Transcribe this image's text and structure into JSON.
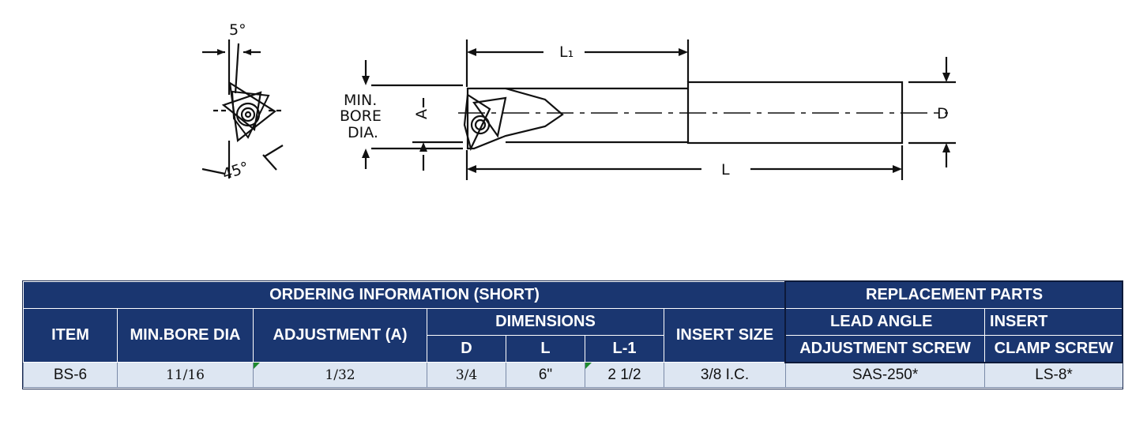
{
  "drawing": {
    "angle_top": "5°",
    "angle_bottom": "45°",
    "min_bore_label": [
      "MIN.",
      "BORE",
      "DIA."
    ],
    "label_A": "A",
    "label_L1": "L₁",
    "label_L": "L",
    "label_D": "D"
  },
  "table": {
    "ordering_title": "ORDERING INFORMATION (SHORT)",
    "replacement_title": "REPLACEMENT PARTS",
    "col_item": "ITEM",
    "col_min_bore": "MIN.BORE DIA",
    "col_adjustment": "ADJUSTMENT (A)",
    "col_dimensions": "DIMENSIONS",
    "col_d": "D",
    "col_l": "L",
    "col_l1": "L-1",
    "col_insert_size": "INSERT SIZE",
    "col_lead_angle": "LEAD ANGLE",
    "col_insert": "INSERT",
    "col_adj_screw": "ADJUSTMENT SCREW",
    "col_clamp_screw": "CLAMP SCREW",
    "rows": [
      {
        "item": "BS-6",
        "min_bore": "11/16",
        "adjustment": "1/32",
        "d": "3/4",
        "l": "6\"",
        "l1": "2 1/2",
        "insert_size": "3/8 I.C.",
        "adj_screw": "SAS-250*",
        "clamp_screw": "LS-8*"
      }
    ]
  }
}
